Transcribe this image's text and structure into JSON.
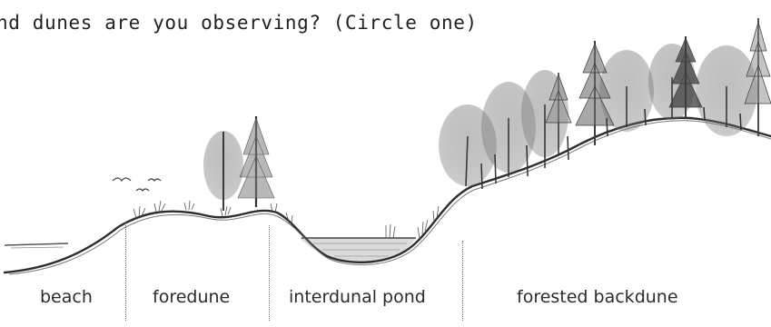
{
  "question": "nd dunes are you observing? (Circle one)",
  "zones": [
    {
      "label": "beach"
    },
    {
      "label": "foredune"
    },
    {
      "label": "interdunal pond"
    },
    {
      "label": "forested backdune"
    }
  ]
}
